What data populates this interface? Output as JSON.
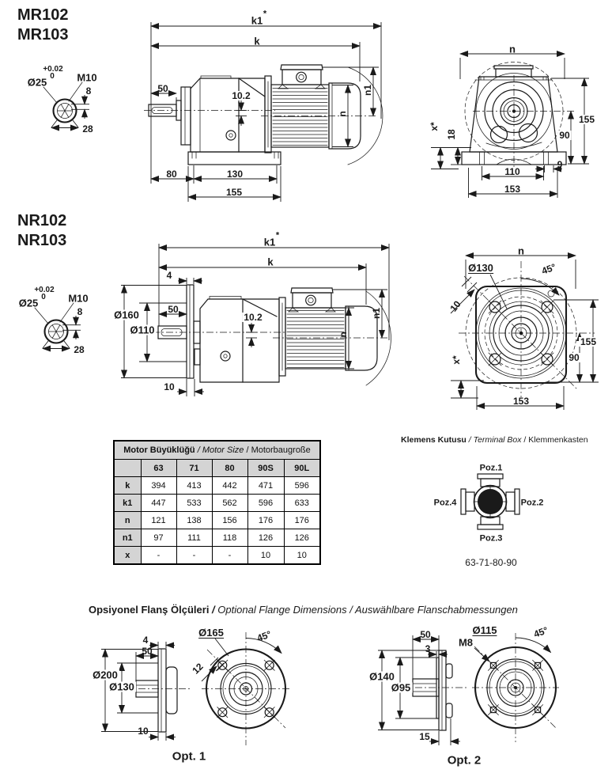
{
  "page": {
    "background": "#ffffff",
    "ink": "#1a1a1a"
  },
  "slash": " / ",
  "star": "*",
  "models": {
    "mr": [
      "MR102",
      "MR103"
    ],
    "nr": [
      "NR102",
      "NR103"
    ]
  },
  "shaft_detail": {
    "tolerance_upper": "+0.02",
    "tolerance_lower": "0",
    "shaft_diameter": "Ø25",
    "thread": "M10",
    "key_width": "8",
    "key_span": "28"
  },
  "mr_side": {
    "k1": "k1",
    "k": "k",
    "shaft_length": "50",
    "axis_offset": "10.2",
    "n1": "n1",
    "n": "n",
    "dim_80": "80",
    "dim_130": "130",
    "dim_155": "155"
  },
  "mr_front": {
    "n": "n",
    "x": "x*",
    "dim_18": "18",
    "dim_155": "155",
    "dim_90": "90",
    "dim_9": "9",
    "dim_110": "110",
    "dim_153": "153"
  },
  "nr_side": {
    "k1": "k1",
    "k": "k",
    "flange_lip": "4",
    "flange_diameter": "Ø160",
    "pilot_diameter": "Ø110",
    "shaft_length": "50",
    "axis_offset": "10.2",
    "n1": "n1",
    "n": "n",
    "flange_depth": "10"
  },
  "nr_front": {
    "n": "n",
    "bolt_circle": "Ø130",
    "bolt_angle": "45°",
    "rim": "10",
    "x": "x*",
    "dim_155": "155",
    "dim_90": "90",
    "dim_153": "153"
  },
  "size_table": {
    "title_tr": "Motor Büyüklüğü",
    "title_en": "Motor Size",
    "title_de": "Motorbaugroße",
    "columns": [
      "63",
      "71",
      "80",
      "90S",
      "90L"
    ],
    "rows": [
      {
        "label": "k",
        "values": [
          "394",
          "413",
          "442",
          "471",
          "596"
        ]
      },
      {
        "label": "k1",
        "values": [
          "447",
          "533",
          "562",
          "596",
          "633"
        ]
      },
      {
        "label": "n",
        "values": [
          "121",
          "138",
          "156",
          "176",
          "176"
        ]
      },
      {
        "label": "n1",
        "values": [
          "97",
          "111",
          "118",
          "126",
          "126"
        ]
      },
      {
        "label": "x",
        "values": [
          "-",
          "-",
          "-",
          "10",
          "10"
        ]
      }
    ]
  },
  "terminal_box": {
    "title_tr": "Klemens Kutusu",
    "title_en": "Terminal Box",
    "title_de": "Klemmenkasten",
    "positions": [
      "Poz.1",
      "Poz.2",
      "Poz.3",
      "Poz.4"
    ],
    "sizes": "63-71-80-90"
  },
  "flange_options": {
    "title_tr": "Opsiyonel Flanş Ölçüleri",
    "title_en": "Optional Flange Dimensions",
    "title_de": "Auswählbare Flanschabmessungen",
    "opt1": {
      "label": "Opt. 1",
      "lip": "4",
      "hub_length": "50",
      "outer_diameter": "Ø200",
      "pilot_diameter": "Ø130",
      "depth": "10",
      "bolt_circle": "Ø165",
      "bolt_angle": "45°",
      "bolt_hole": "12"
    },
    "opt2": {
      "label": "Opt. 2",
      "hub_length": "50",
      "lip": "3",
      "outer_diameter": "Ø140",
      "pilot_diameter": "Ø95",
      "depth": "15",
      "bolt_circle": "Ø115",
      "bolt_thread": "M8",
      "bolt_angle": "45°"
    }
  }
}
